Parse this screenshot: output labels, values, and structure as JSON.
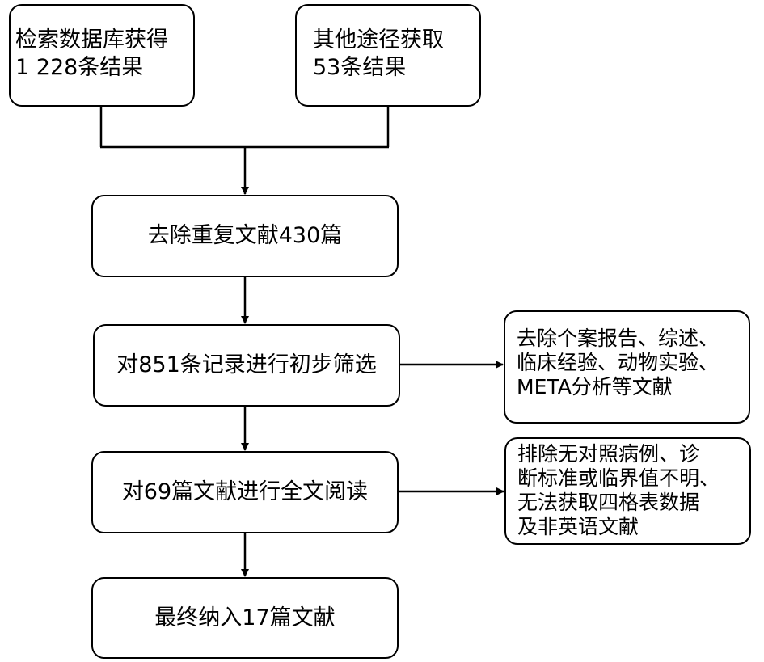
{
  "nodes": {
    "database": {
      "line1": "检索数据库获得",
      "line2": "1 228条结果"
    },
    "other": {
      "line1": "其他途径获取",
      "line2": "53条结果"
    },
    "dedup": {
      "text": "去除重复文献430篇"
    },
    "screen": {
      "text": "对851条记录进行初步筛选"
    },
    "excluded1": {
      "line1": "去除个案报告、综述、",
      "line2": "临床经验、动物实验、",
      "line3": "META分析等文献"
    },
    "fulltext": {
      "text": "对69篇文献进行全文阅读"
    },
    "excluded2": {
      "line1": "排除无对照病例、诊",
      "line2": "断标准或临界值不明、",
      "line3": "无法获取四格表数据",
      "line4": "及非英语文献"
    },
    "included": {
      "text": "最终纳入17篇文献"
    }
  }
}
